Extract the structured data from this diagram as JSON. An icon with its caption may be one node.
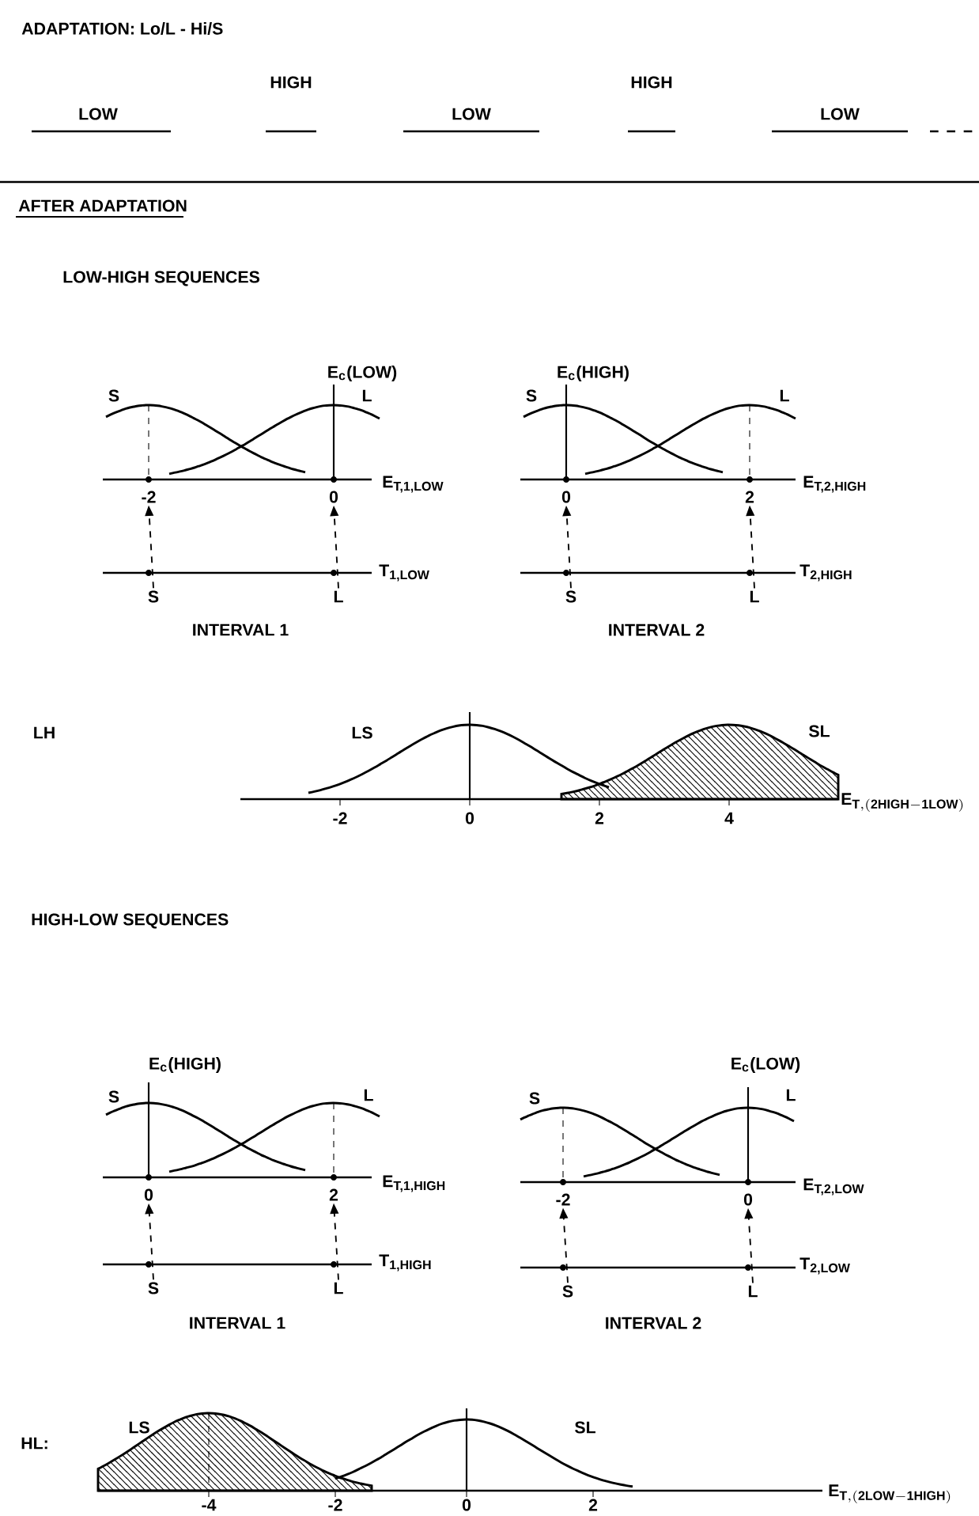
{
  "diagram": {
    "nodes": [
      {
        "text": [
          "-2"
        ]
      },
      {
        "text": [
          "0"
        ]
      },
      {
        "text": [
          "S"
        ]
      },
      {
        "text": [
          "L"
        ]
      },
      {
        "text": [
          "0"
        ]
      },
      {
        "text": [
          "2"
        ]
      },
      {
        "text": [
          "S"
        ]
      },
      {
        "text": [
          "L"
        ]
      },
      {
        "text": [
          "0"
        ]
      },
      {
        "text": [
          "2"
        ]
      },
      {
        "text": [
          "S"
        ]
      },
      {
        "text": [
          "L"
        ]
      },
      {
        "text": [
          "-2"
        ]
      },
      {
        "text": [
          "0"
        ]
      },
      {
        "text": [
          "S"
        ]
      },
      {
        "text": [
          "L"
        ]
      }
    ],
    "edges": [
      {
        "from": 2,
        "to": 0,
        "arrow": "to",
        "style": "dashed"
      },
      {
        "from": 3,
        "to": 1,
        "arrow": "to",
        "style": "dashed"
      },
      {
        "from": 6,
        "to": 4,
        "arrow": "to",
        "style": "dashed"
      },
      {
        "from": 7,
        "to": 5,
        "arrow": "to",
        "style": "dashed"
      },
      {
        "from": 10,
        "to": 8,
        "arrow": "to",
        "style": "dashed"
      },
      {
        "from": 11,
        "to": 9,
        "arrow": "to",
        "style": "dashed"
      },
      {
        "from": 14,
        "to": 12,
        "arrow": "to",
        "style": "dashed"
      },
      {
        "from": 15,
        "to": 13,
        "arrow": "to",
        "style": "dashed"
      }
    ],
    "labels": [
      "ADAPTATION: Lo/L - Hi/S",
      "HIGH",
      "HIGH",
      "LOW",
      "LOW",
      "LOW",
      "AFTER ADAPTATION",
      "LOW-HIGH SEQUENCES",
      "E$_{c}$(LOW)",
      "S",
      "L",
      "E$_{T,1,LOW}$",
      "T$_{1,LOW}$",
      "INTERVAL 1",
      "E$_{c}$(HIGH)",
      "S",
      "L",
      "E$_{T,2,HIGH}$",
      "T$_{2,HIGH}$",
      "INTERVAL 2",
      "LH",
      "LS",
      "SL",
      "-2",
      "0",
      "2",
      "4",
      "\\mathbf{E}_{\\mathbf{T,(2HIGH-1LOW)}}",
      "HIGH-LOW SEQUENCES",
      "E$_{c}$(HIGH)",
      "S",
      "L",
      "E$_{T,1,HIGH}$",
      "T$_{1,HIGH}$",
      "INTERVAL 1",
      "S",
      "E$_{c}$(LOW)",
      "L",
      "E$_{T,2,LOW}$",
      "T$_{2,LOW}$",
      "INTERVAL 2",
      "HL:",
      "LS",
      "SL",
      "-4",
      "-2",
      "0",
      "2",
      "\\mathbf{E}_{\\mathbf{T,(2LOW-1HIGH)}}"
    ]
  }
}
